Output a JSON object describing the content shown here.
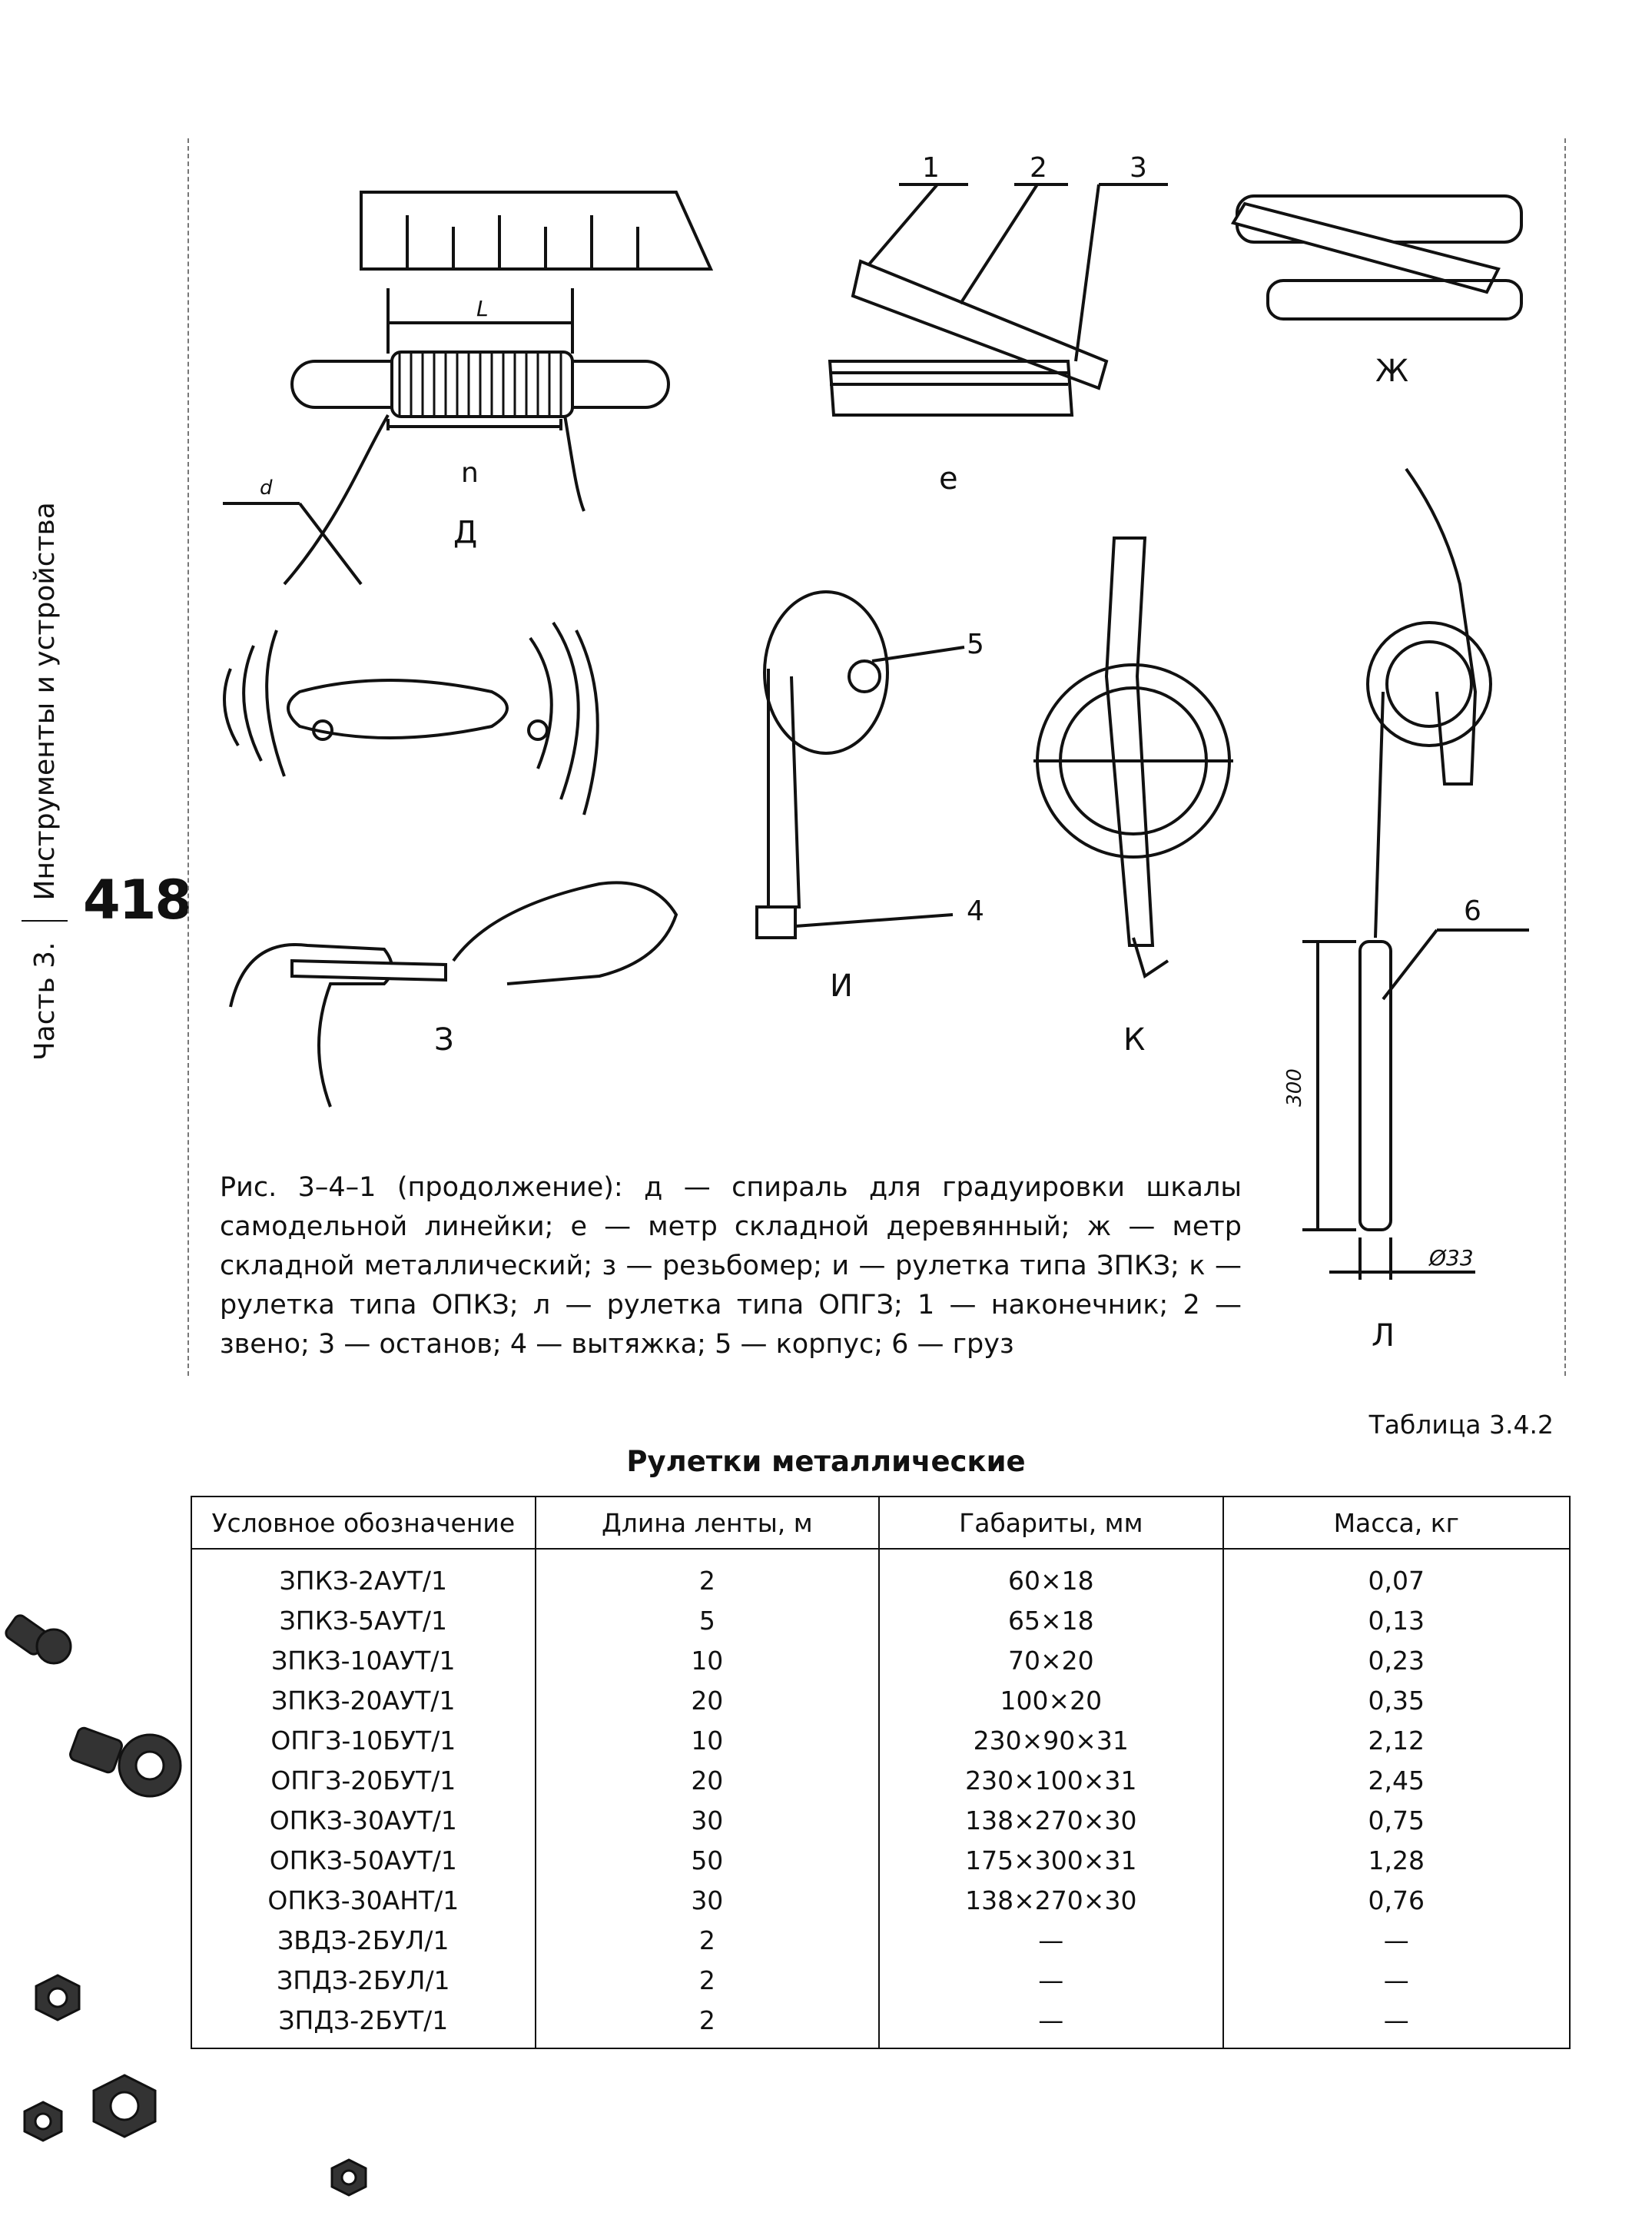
{
  "sidebar": {
    "part": "Часть 3.",
    "section": "Инструменты и устройства",
    "page_number": "418"
  },
  "figure": {
    "labels": {
      "d": "Д",
      "e": "е",
      "zh": "Ж",
      "z": "З",
      "i": "И",
      "k": "К",
      "l": "Л"
    },
    "callouts": {
      "c1": "1",
      "c2": "2",
      "c3": "3",
      "c4": "4",
      "c5": "5",
      "c6": "6"
    },
    "dims": {
      "L": "L",
      "n": "n",
      "d_small": "d",
      "h300": "300",
      "dia": "Ø33"
    },
    "caption": "Рис. 3–4–1 (продолжение): д — спираль для градуировки шкалы самодельной линейки; е — метр складной деревянный; ж — метр складной металлический; з — резьбомер; и — рулетка типа ЗПКЗ; к — рулетка типа ОПКЗ; л — рулетка типа ОПГЗ; 1 — наконечник; 2 — звено; 3 — останов; 4 — вытяжка; 5 — корпус; 6 — груз"
  },
  "table": {
    "number": "Таблица 3.4.2",
    "title": "Рулетки металлические",
    "headers": [
      "Условное обозначение",
      "Длина ленты, м",
      "Габариты, мм",
      "Масса, кг"
    ],
    "rows": [
      [
        "ЗПКЗ-2АУТ/1",
        "2",
        "60×18",
        "0,07"
      ],
      [
        "ЗПКЗ-5АУТ/1",
        "5",
        "65×18",
        "0,13"
      ],
      [
        "ЗПКЗ-10АУТ/1",
        "10",
        "70×20",
        "0,23"
      ],
      [
        "ЗПКЗ-20АУТ/1",
        "20",
        "100×20",
        "0,35"
      ],
      [
        "ОПГЗ-10БУТ/1",
        "10",
        "230×90×31",
        "2,12"
      ],
      [
        "ОПГЗ-20БУТ/1",
        "20",
        "230×100×31",
        "2,45"
      ],
      [
        "ОПКЗ-30АУТ/1",
        "30",
        "138×270×30",
        "0,75"
      ],
      [
        "ОПКЗ-50АУТ/1",
        "50",
        "175×300×31",
        "1,28"
      ],
      [
        "ОПКЗ-30АНТ/1",
        "30",
        "138×270×30",
        "0,76"
      ],
      [
        "ЗВДЗ-2БУЛ/1",
        "2",
        "—",
        "—"
      ],
      [
        "ЗПДЗ-2БУЛ/1",
        "2",
        "—",
        "—"
      ],
      [
        "ЗПДЗ-2БУТ/1",
        "2",
        "—",
        "—"
      ]
    ]
  },
  "decor": {
    "nut_icons": 6
  }
}
